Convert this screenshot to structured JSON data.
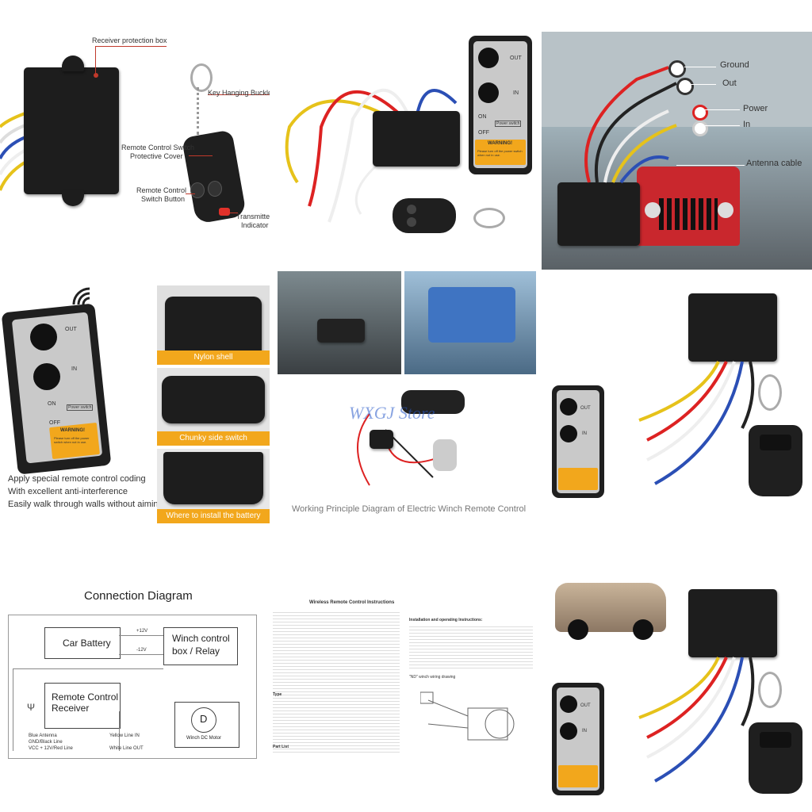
{
  "panel1": {
    "labels": {
      "receiver_box": "Receiver protection box",
      "key_buckle": "Key Hanging Buckle",
      "cover_line1": "Remote Control Switch",
      "cover_line2": "Protective Cover",
      "button_line1": "Remote Control",
      "button_line2": "Switch Button",
      "indicator_line1": "Transmitter",
      "indicator_line2": "Indicator"
    }
  },
  "remote_text": {
    "out": "OUT",
    "in": "IN",
    "on": "ON",
    "off": "OFF",
    "power_switch": "Power switch",
    "warning": "WARNING!",
    "warning_body": "Please turn off the power switch when not in use."
  },
  "panel3": {
    "labels": {
      "ground": "Ground",
      "out": "Out",
      "power": "Power",
      "in": "In",
      "antenna": "Antenna cable"
    }
  },
  "panel4": {
    "features": [
      "Apply special remote control coding",
      "With excellent anti-interference",
      "Easily walk through walls without aiming"
    ]
  },
  "panel5": {
    "captions": [
      "Nylon shell",
      "Chunky side switch",
      "Where to install the battery"
    ]
  },
  "panel6": {
    "watermark": "WXGJ Store",
    "caption": "Working Principle Diagram of Electric Winch Remote Control"
  },
  "diagram": {
    "title": "Connection Diagram",
    "car_battery": "Car Battery",
    "winch_line1": "Winch control",
    "winch_line2": "box / Relay",
    "receiver_line1": "Remote Control",
    "receiver_line2": "Receiver",
    "motor_letter": "D",
    "motor_label": "Winch DC Motor",
    "plus12": "+12V",
    "minus12": "-12V",
    "blue": "Blue Antenna",
    "gnd": "GND/Black Line",
    "vcc": "VCC + 12V/Red Line",
    "yellow": "Yellow Line IN",
    "white": "White Line OUT"
  },
  "instructions": {
    "title": "Wireless Remote Control Instructions",
    "installation": "Installation and operating Instructions:",
    "type": "Type",
    "parts": "Part List",
    "nd_type": "\"ND\" winch wiring drawing"
  },
  "colors": {
    "accent": "#c0392b",
    "warning": "#f2a71c",
    "black": "#1d1d1d"
  },
  "icons": [
    "wifi-icon",
    "car-icon",
    "winch-icon"
  ]
}
